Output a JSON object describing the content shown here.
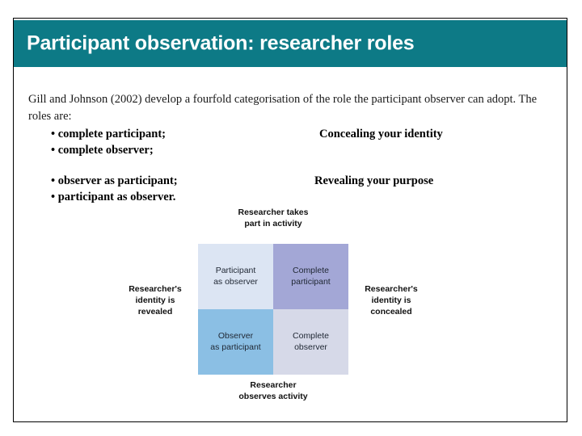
{
  "slide": {
    "title": "Participant observation: researcher roles",
    "intro": "Gill and Johnson (2002) develop a fourfold categorisation of the role the participant observer can adopt. The roles are:",
    "roles_group_1": [
      "• complete participant;",
      "• complete observer;"
    ],
    "roles_group_2": [
      "• observer as participant;",
      "• participant as observer."
    ],
    "outcome_1": "Concealing your identity",
    "outcome_2": "Revealing your purpose",
    "colors": {
      "header_bar": "#0d7a86",
      "header_text": "#ffffff",
      "cell_top_left": "#dce5f3",
      "cell_top_right": "#a3a7d6",
      "cell_bottom_left": "#8bbfe4",
      "cell_bottom_right": "#d6d9e8"
    }
  },
  "matrix": {
    "axis_top_line1": "Researcher takes",
    "axis_top_line2": "part in activity",
    "axis_bottom_line1": "Researcher",
    "axis_bottom_line2": "observes activity",
    "axis_left_line1": "Researcher's",
    "axis_left_line2": "identity is",
    "axis_left_line3": "revealed",
    "axis_right_line1": "Researcher's",
    "axis_right_line2": "identity is",
    "axis_right_line3": "concealed",
    "cells": {
      "top_left_line1": "Participant",
      "top_left_line2": "as observer",
      "top_right_line1": "Complete",
      "top_right_line2": "participant",
      "bottom_left_line1": "Observer",
      "bottom_left_line2": "as participant",
      "bottom_right_line1": "Complete",
      "bottom_right_line2": "observer"
    }
  }
}
